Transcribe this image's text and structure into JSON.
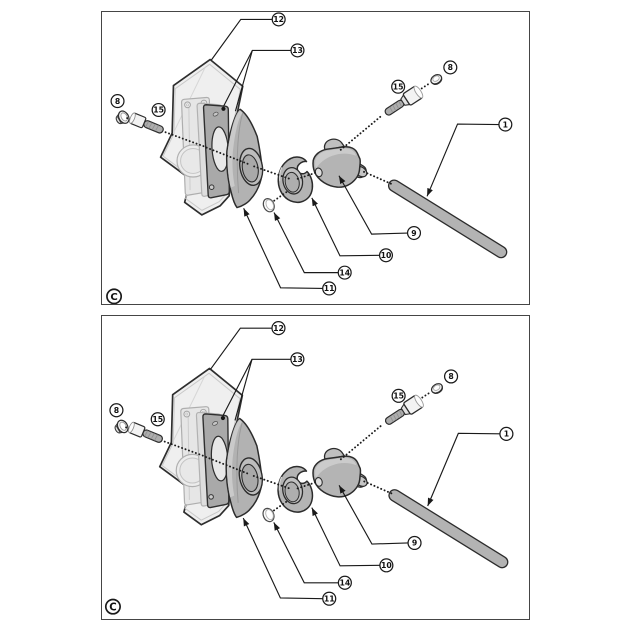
{
  "diagram": {
    "callouts": {
      "c1": "1",
      "c8_left": "8",
      "c8_right": "8",
      "c9": "9",
      "c10": "10",
      "c11": "11",
      "c12": "12",
      "c13": "13",
      "c14": "14",
      "c15_left": "15",
      "c15_right": "15"
    }
  },
  "panels": [
    {
      "label": "C"
    },
    {
      "label": "C"
    }
  ],
  "colors": {
    "background": "#ffffff",
    "panel_border": "#454545",
    "part_fill": "#b2b2b2",
    "part_fill_light": "#e8e8e8",
    "outline": "#2c2c2c",
    "callout_ink": "#1a1a1a"
  }
}
